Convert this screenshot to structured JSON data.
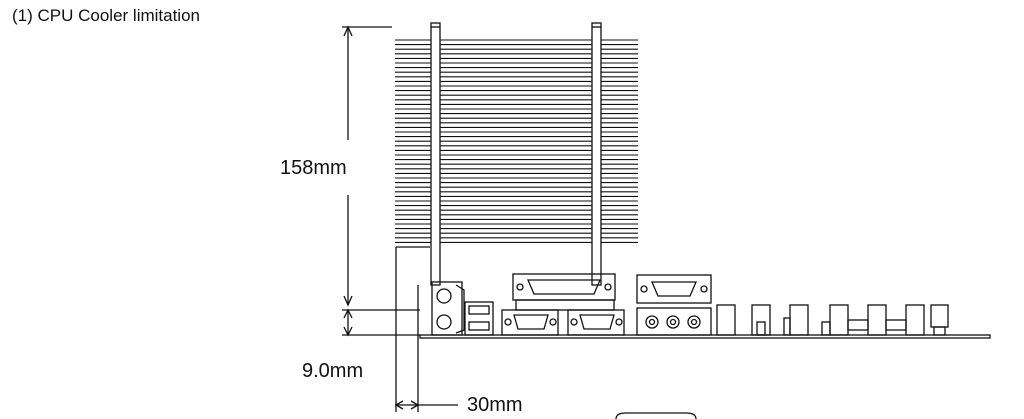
{
  "heading": "(1) CPU Cooler limitation",
  "dimensions": {
    "cooler_height": "158mm",
    "board_clearance": "9.0mm",
    "side_clearance": "30mm"
  }
}
